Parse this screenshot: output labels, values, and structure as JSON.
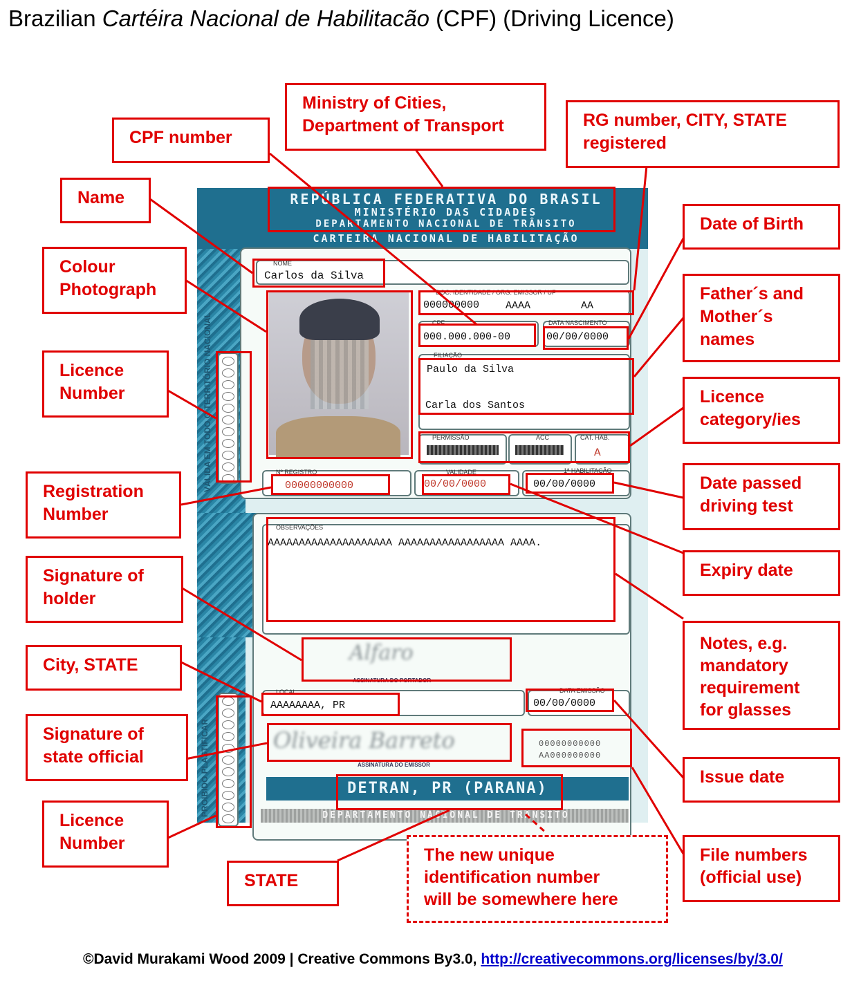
{
  "title": {
    "prefix": "Brazilian ",
    "italic": "Cartéira Nacional de Habilitacão",
    "suffix": " (CPF) (Driving Licence)"
  },
  "card": {
    "header": {
      "line1": "REPÚBLICA FEDERATIVA DO BRASIL",
      "line2": "MINISTÉRIO DAS CIDADES",
      "line3": "DEPARTAMENTO NACIONAL DE TRÂNSITO",
      "line4": "CARTEIRA NACIONAL DE HABILITAÇÃO"
    },
    "side_text_top": "VÁLIDA EM TODO O TERRITÓRIO NACIONAL",
    "side_text_bottom": "PROIBIDO PLASTIFICAR",
    "fields": {
      "nome_label": "NOME",
      "nome_value": "Carlos da Silva",
      "doc_label": "DOC. IDENTIDADE / ORG. EMISSOR / UF",
      "doc_number": "000000000",
      "doc_org": "AAAA",
      "doc_uf": "AA",
      "cpf_label": "CPF",
      "cpf_value": "000.000.000-00",
      "dob_label": "DATA NASCIMENTO",
      "dob_value": "00/00/0000",
      "filiacao_label": "FILIAÇÃO",
      "father": "Paulo da Silva",
      "mother": "Carla dos Santos",
      "permissao_label": "PERMISSÃO",
      "acc_label": "ACC",
      "cat_label": "CAT. HAB.",
      "cat_value": "A",
      "registro_label": "Nº REGISTRO",
      "registro_value": "00000000000",
      "validade_label": "VALIDADE",
      "validade_value": "00/00/0000",
      "habilitacao_label": "1ª HABILITAÇÃO",
      "habilitacao_value": "00/00/0000",
      "obs_label": "OBSERVAÇÕES",
      "obs_value": "AAAAAAAAAAAAAAAAAAAA AAAAAAAAAAAAAAAAA AAAA.",
      "sig_holder_caption": "ASSINATURA DO PORTADOR",
      "local_label": "LOCAL",
      "local_value": "AAAAAAAA, PR",
      "emissao_label": "DATA EMISSÃO",
      "emissao_value": "00/00/0000",
      "sig_official_caption": "ASSINATURA DO EMISSOR",
      "file_num_1": "00000000000",
      "file_num_2": "AA000000000",
      "state_banner": "DETRAN, PR (PARANA)",
      "bottom_banner": "DEPARTAMENTO NACIONAL DE TRÂNSITO"
    }
  },
  "annotations": {
    "cpf_number": "CPF number",
    "ministry": [
      "Ministry of Cities,",
      "Department of Transport"
    ],
    "rg_number": [
      "RG number, CITY, STATE",
      "registered"
    ],
    "name": "Name",
    "colour_photo": [
      "Colour",
      "Photograph"
    ],
    "date_of_birth": "Date of Birth",
    "parents": [
      "Father´s and",
      "Mother´s",
      "names"
    ],
    "licence_number_top": [
      "Licence",
      "Number"
    ],
    "licence_category": [
      "Licence",
      "category/ies"
    ],
    "registration_number": [
      "Registration",
      "Number"
    ],
    "date_passed": [
      "Date passed",
      "driving test"
    ],
    "expiry_date": "Expiry date",
    "signature_holder": [
      "Signature of",
      "holder"
    ],
    "notes": [
      "Notes, e.g.",
      "mandatory",
      "requirement",
      "for glasses"
    ],
    "city_state": "City, STATE",
    "signature_official": [
      "Signature of",
      "state official"
    ],
    "issue_date": "Issue date",
    "licence_number_bottom": [
      "Licence",
      "Number"
    ],
    "state": "STATE",
    "new_id": [
      "The new unique",
      "identification number",
      "will be somewhere here"
    ],
    "file_numbers": [
      "File numbers",
      "(official use)"
    ]
  },
  "footer": {
    "text": "©David Murakami Wood 2009 | Creative Commons By3.0, ",
    "link": "http://creativecommons.org/licenses/by/3.0/"
  }
}
